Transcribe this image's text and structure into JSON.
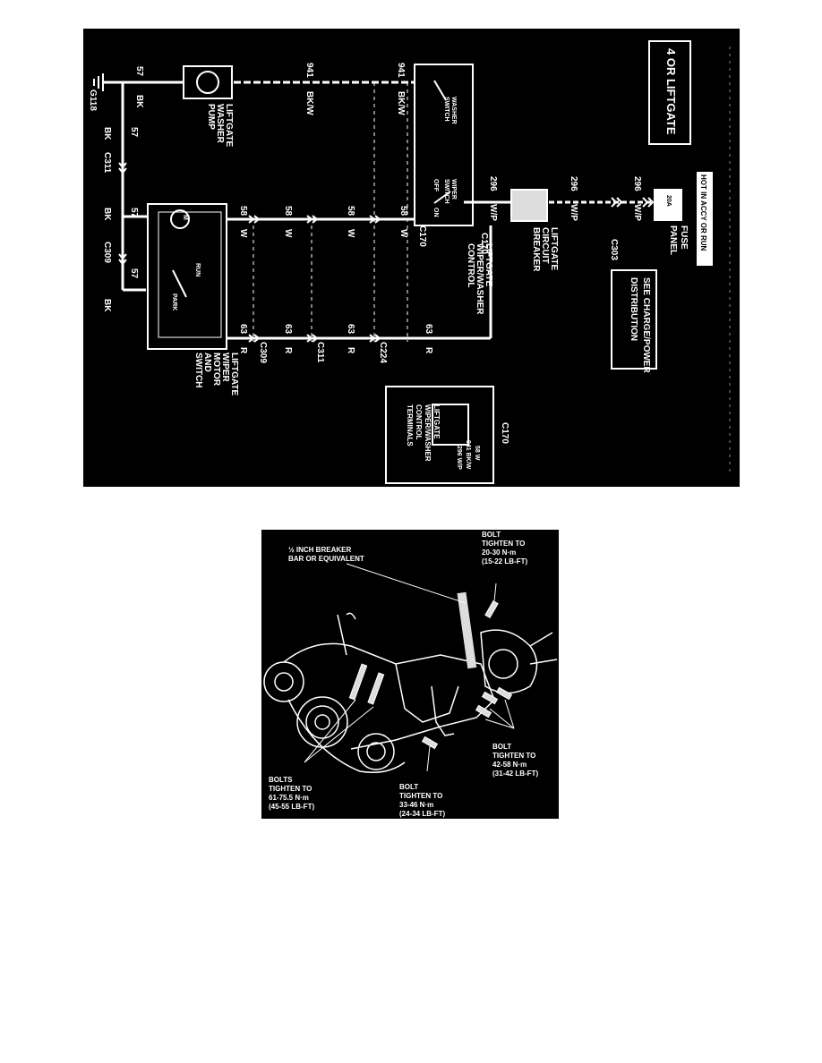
{
  "wiring": {
    "title": "4 OR LIFTGATE",
    "hot_note": "HOT IN ACCY OR RUN",
    "fuse_panel": [
      "FUSE",
      "PANEL"
    ],
    "fuse_rating": "20A",
    "see_charge": [
      "SEE CHARGE/POWER",
      "DISTRIBUTION"
    ],
    "ground": "G118",
    "connectors": {
      "c311": "C311",
      "c309": "C309",
      "c303": "C303",
      "c170": "C170",
      "c224": "C224"
    },
    "components": {
      "pump": [
        "LIFTGATE",
        "WASHER",
        "PUMP"
      ],
      "washer_switch": [
        "WASHER",
        "SWITCH"
      ],
      "wiper_switch": [
        "WIPER",
        "SWITCH"
      ],
      "off": "OFF",
      "on": "ON",
      "control": [
        "LIFTGATE",
        "WIPER/WASHER",
        "CONTROL"
      ],
      "breaker": [
        "LIFTGATE",
        "CIRCUIT",
        "BREAKER"
      ],
      "motor": [
        "LIFTGATE",
        "WIPER",
        "MOTOR",
        "AND",
        "SWITCH"
      ],
      "run": "RUN",
      "park": "PARK",
      "m": "M"
    },
    "wires": {
      "c57": "57",
      "bk": "BK",
      "c941": "941",
      "bkw": "BK/W",
      "c58": "58",
      "w": "W",
      "c63": "63",
      "r": "R",
      "c296": "296",
      "wp": "W/P"
    },
    "terminals": {
      "title": "C170",
      "items": [
        "58 W",
        "941 BK/W",
        "296 W/P"
      ],
      "caption": [
        "LIFTGATE",
        "WIPER/WASHER",
        "CONTROL",
        "TERMINALS"
      ]
    }
  },
  "torque": {
    "breaker_bar": [
      "½ INCH BREAKER",
      "BAR OR EQUIVALENT"
    ],
    "bolt_top": [
      "BOLT",
      "TIGHTEN TO",
      "20-30 N·m",
      "(15-22 LB-FT)"
    ],
    "bolt_right": [
      "BOLT",
      "TIGHTEN TO",
      "42-58 N·m",
      "(31-42 LB-FT)"
    ],
    "bolts_left": [
      "BOLTS",
      "TIGHTEN TO",
      "61-75.5 N·m",
      "(45-55 LB-FT)"
    ],
    "bolt_bottom": [
      "BOLT",
      "TIGHTEN TO",
      "33-46 N·m",
      "(24-34 LB-FT)"
    ]
  }
}
